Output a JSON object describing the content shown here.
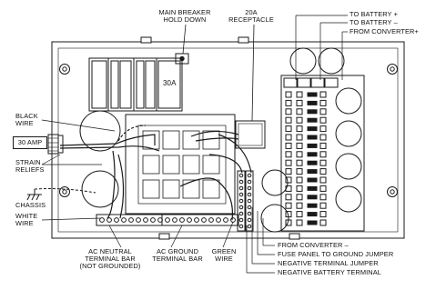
{
  "labels": {
    "main_breaker_line1": "MAIN BREAKER",
    "main_breaker_line2": "HOLD DOWN",
    "receptacle_line1": "20A",
    "receptacle_line2": "RECEPTACLE",
    "to_battery_pos": "TO BATTERY +",
    "to_battery_neg": "TO BATTERY –",
    "from_converter_pos": "FROM CONVERTER+",
    "breaker_rating": "30A",
    "black_wire_line1": "BLACK",
    "black_wire_line2": "WIRE",
    "thirty_amp": "30 AMP",
    "strain_reliefs_line1": "STRAIN",
    "strain_reliefs_line2": "RELIEFS",
    "chassis": "CHASSIS",
    "white_wire_line1": "WHITE",
    "white_wire_line2": "WIRE",
    "ac_neutral_line1": "AC NEUTRAL",
    "ac_neutral_line2": "TERMINAL BAR",
    "ac_neutral_line3": "(NOT GROUNDED)",
    "ac_ground_line1": "AC GROUND",
    "ac_ground_line2": "TERMINAL BAR",
    "green_wire_line1": "GREEN",
    "green_wire_line2": "WIRE",
    "from_converter_neg": "FROM CONVERTER –",
    "fuse_panel_jumper": "FUSE PANEL TO GROUND JUMPER",
    "negative_terminal_jumper": "NEGATIVE TERMINAL JUMPER",
    "negative_battery_terminal": "NEGATIVE BATTERY TERMINAL"
  },
  "colors": {
    "line": "#1a1a1a",
    "panel_bg": "#ffffff",
    "fill_dark": "#222222"
  }
}
